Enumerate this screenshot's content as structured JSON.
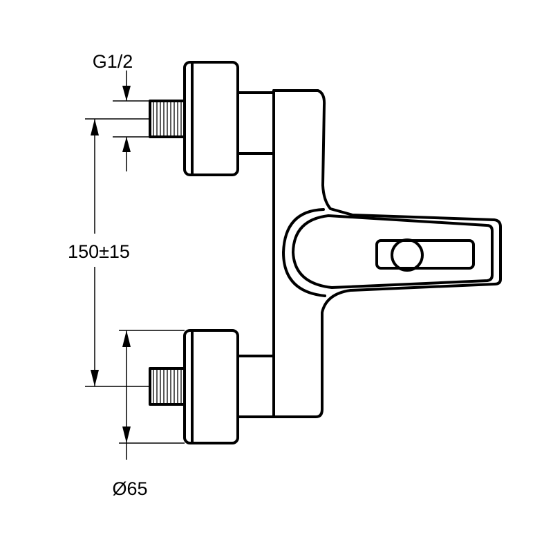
{
  "diagram": {
    "labels": {
      "thread_size": "G1/2",
      "center_distance": "150±15",
      "diameter": "Ø65"
    },
    "colors": {
      "line": "#000000",
      "background": "#ffffff"
    }
  }
}
